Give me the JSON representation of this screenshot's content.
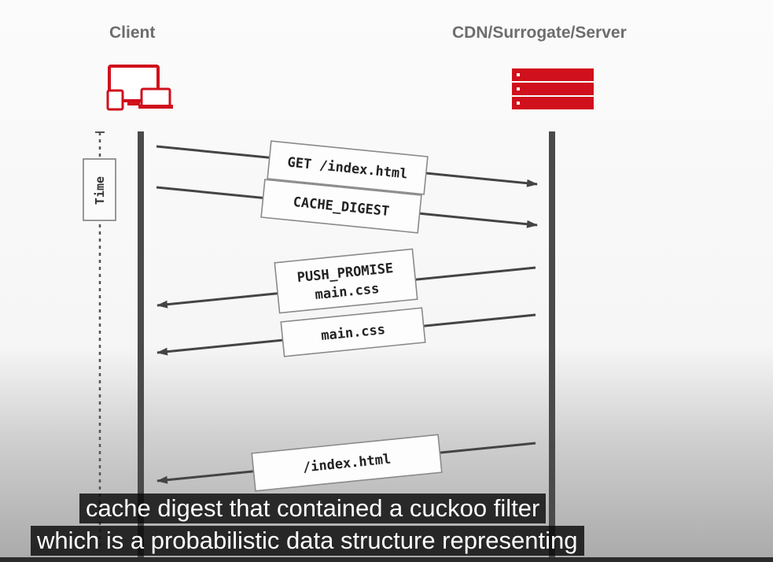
{
  "diagram": {
    "actors": {
      "client": "Client",
      "server": "CDN/Surrogate/Server"
    },
    "time_label": "Time",
    "messages": [
      {
        "direction": "client-to-server",
        "lines": [
          "GET /index.html"
        ]
      },
      {
        "direction": "client-to-server",
        "lines": [
          "CACHE_DIGEST"
        ]
      },
      {
        "direction": "server-to-client",
        "lines": [
          "PUSH_PROMISE",
          "main.css"
        ]
      },
      {
        "direction": "server-to-client",
        "lines": [
          "main.css"
        ]
      },
      {
        "direction": "server-to-client",
        "lines": [
          "/index.html"
        ]
      }
    ]
  },
  "captions": {
    "line1": "cache digest that contained a cuckoo filter",
    "line2": "which is a probabilistic data structure representing"
  },
  "colors": {
    "accent": "#d0101c",
    "lifeline": "#4a4a4a",
    "arrow": "#444444"
  }
}
